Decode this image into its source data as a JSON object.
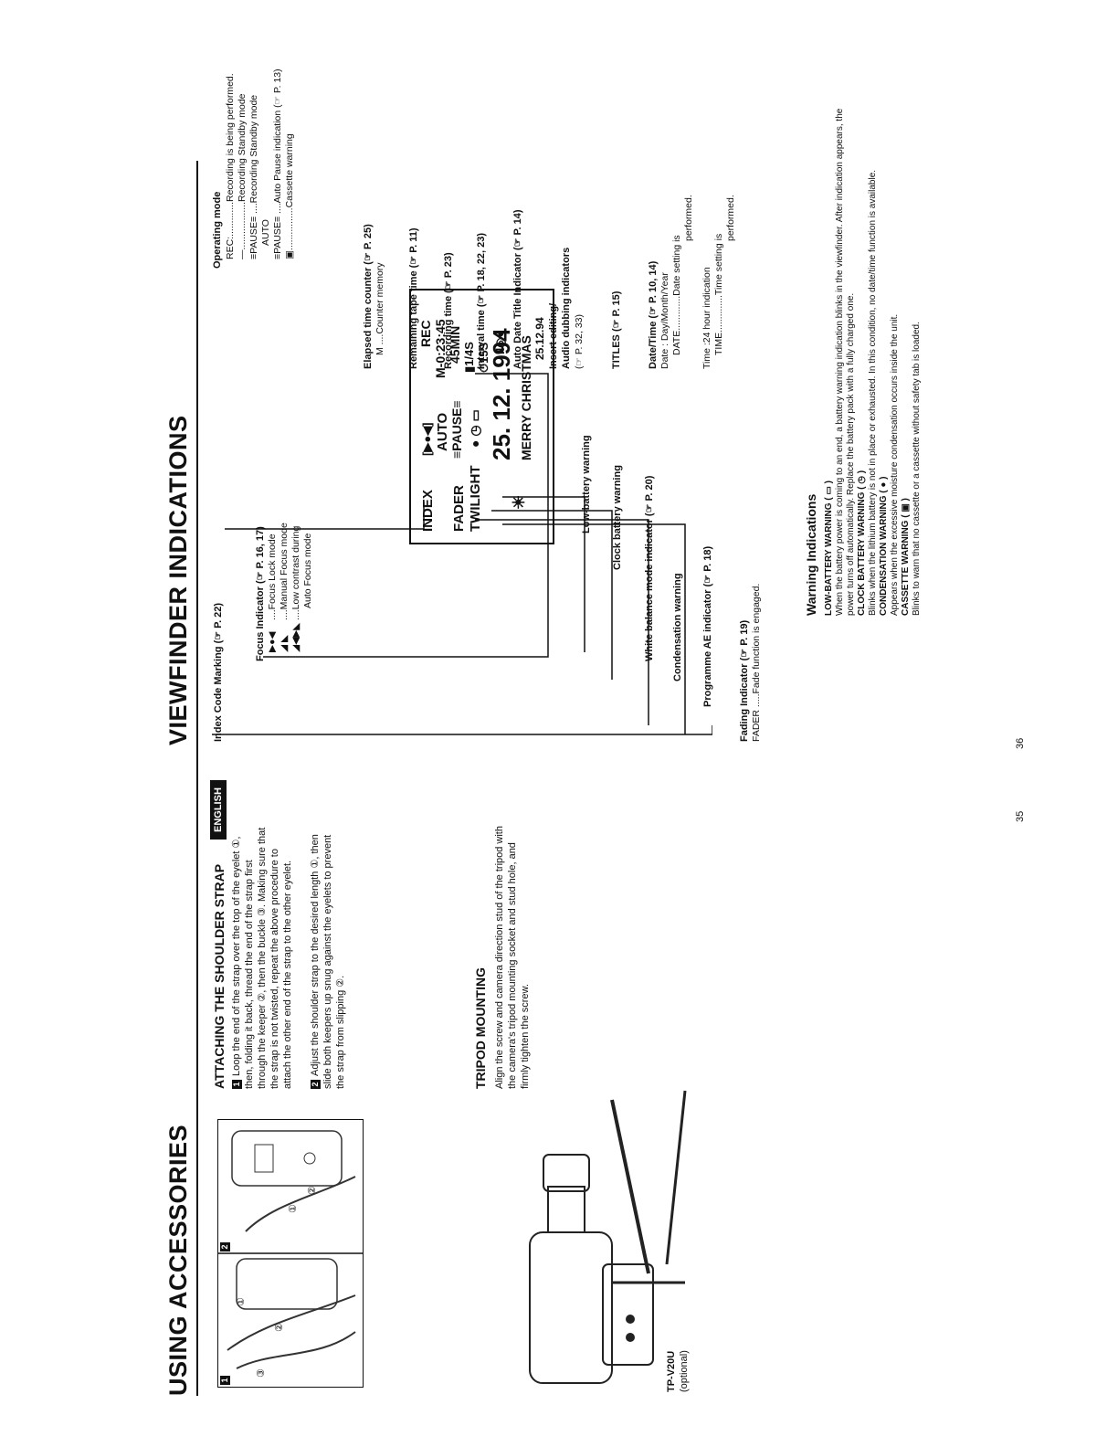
{
  "left": {
    "title": "USING ACCESSORIES",
    "language_badge": "ENGLISH",
    "fig1_number": "1",
    "fig2_number": "2",
    "fig_callouts": [
      "①",
      "②",
      "③"
    ],
    "shoulder": {
      "heading": "ATTACHING THE SHOULDER STRAP",
      "step1_num": "1",
      "step1": "Loop the end of the strap over the top of the eyelet ①, then, folding it back, thread the end of the strap first through the keeper ②, then the buckle ③. Making sure that the strap is not twisted, repeat the above procedure to attach the other end of the strap to the other eyelet.",
      "step2_num": "2",
      "step2": "Adjust the shoulder strap to the desired length ①, then slide both keepers up snug against the eyelets to prevent the strap from slipping ②."
    },
    "tripod": {
      "heading": "TRIPOD MOUNTING",
      "text": "Align the screw and camera direction stud of the tripod with the camera's tripod mounting socket and stud hole, and firmly tighten the screw.",
      "model": "TP-V20U",
      "model_note": "(optional)"
    },
    "page_number": "35"
  },
  "right": {
    "title": "VIEWFINDER INDICATIONS",
    "display": {
      "index": "INDEX",
      "fader": "FADER",
      "twilight": "TWILIGHT",
      "focus_auto": "AUTO",
      "pause": "≡PAUSE≡",
      "date_big": "25. 12. 1994",
      "merry": "MERRY CHRISTMAS",
      "rec": "REC",
      "counter": "M-0:23:45",
      "remaining": "45MIN",
      "rec_time": "1/4S",
      "interval": "15S",
      "date_small": "25.12.94"
    },
    "labels_left": {
      "index_code": "Index Code Marking (☞ P. 22)",
      "focus_title": "Focus Indicator (☞ P. 16, 17)",
      "focus_lock": "....Focus Lock mode",
      "focus_manual": "....Manual Focus mode",
      "focus_low": "....Low contrast during",
      "focus_low2": "Auto Focus mode",
      "low_battery": "Low-battery warning",
      "clock_battery": "Clock battery warning",
      "white_balance": "White balance mode indicator (☞ P. 20)",
      "condensation": "Condensation warning",
      "programme_ae": "Programme AE indicator (☞ P. 18)",
      "fading": "Fading Indicator (☞ P. 19)",
      "fading_note": "FADER .....Fade function is engaged."
    },
    "labels_right": {
      "operating_mode": "Operating mode",
      "op_rec": "REC:.............Recording is being performed.",
      "op_dash": "—..................Recording Standby mode",
      "op_pause": "≡PAUSE≡ ....Recording Standby mode",
      "op_auto": "AUTO",
      "op_pause2": "≡PAUSE≡ ....Auto Pause indication (☞ P. 13)",
      "op_cassette": "................Cassette warning",
      "elapsed": "Elapsed time counter (☞ P. 25)",
      "elapsed_note": "M ....Counter memory",
      "remaining": "Remaining tape time (☞ P. 11)",
      "recording_time": "Recording time (☞ P. 23)",
      "interval": "Interval time (☞ P. 18, 22, 23)",
      "auto_date": "Auto Date Title Indicator (☞ P. 14)",
      "insert1": "Insert editing/",
      "insert2": "Audio dubbing indicators",
      "insert3": "(☞ P. 32, 33)",
      "titles": "TITLES (☞ P. 15)",
      "datetime": "Date/Time (☞ P. 10, 14)",
      "dt1": "Date : Day/Month/Year",
      "dt2": "DATE.............Date setting is",
      "dt3": "performed.",
      "dt4": "Time :24 hour indication",
      "dt5": "TIME..............Time setting is",
      "dt6": "performed."
    },
    "warnings": {
      "heading": "Warning Indications",
      "lb_title": "LOW-BATTERY WARNING ( ▭ )",
      "lb_text": "When the battery power is coming to an end, a battery warning indication blinks in the viewfinder. After indication appears, the power turns off automatically. Replace the battery pack with a fully charged one.",
      "cb_title": "CLOCK BATTERY WARNING ( ◷ )",
      "cb_text": "Blinks when the lithium battery is not in place or exhausted. In this condition, no date/time function is available.",
      "cw_title": "CONDENSATION WARNING ( ● )",
      "cw_text": "Appears when the excessive moisture condensation occurs inside the unit.",
      "cas_title": "CASSETTE WARNING ( ▣ )",
      "cas_text": "Blinks to warn that no cassette or a cassette without safety tab is loaded."
    },
    "page_number": "36"
  }
}
